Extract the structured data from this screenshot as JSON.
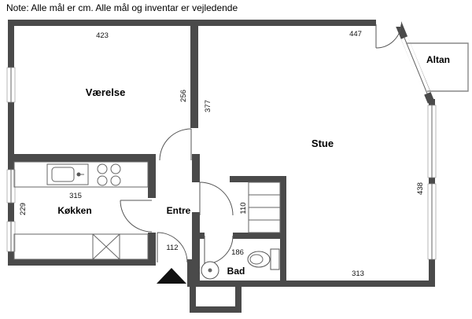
{
  "note": "Note: Alle mål er cm. Alle mål og inventar er vejledende",
  "rooms": {
    "vaerelse": "Værelse",
    "stue": "Stue",
    "altan": "Altan",
    "koekken": "Køkken",
    "entre": "Entre",
    "bad": "Bad"
  },
  "dimensions_cm": {
    "vaerelse_width": "423",
    "stue_width": "447",
    "vaerelse_depth": "256",
    "stue_depth_left": "377",
    "stue_depth_right": "438",
    "koekken_width": "315",
    "koekken_depth": "229",
    "entre_width": "112",
    "garderobe_depth": "110",
    "bad_width": "186",
    "stue_bottom_width": "313"
  },
  "colors": {
    "wall": "#4a4a4a",
    "arrow": "#111111"
  }
}
